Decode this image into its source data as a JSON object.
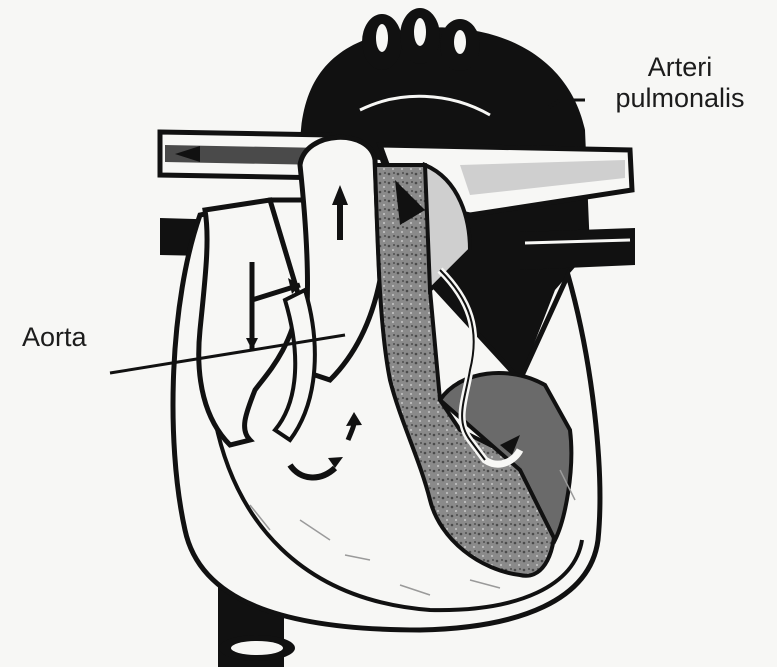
{
  "labels": {
    "arteri_pulmonalis_line1": "Arteri",
    "arteri_pulmonalis_line2": "pulmonalis",
    "aorta": "Aorta"
  },
  "colors": {
    "ink": "#141414",
    "paper": "#f7f7f5",
    "shade": "#7d7d7d"
  }
}
